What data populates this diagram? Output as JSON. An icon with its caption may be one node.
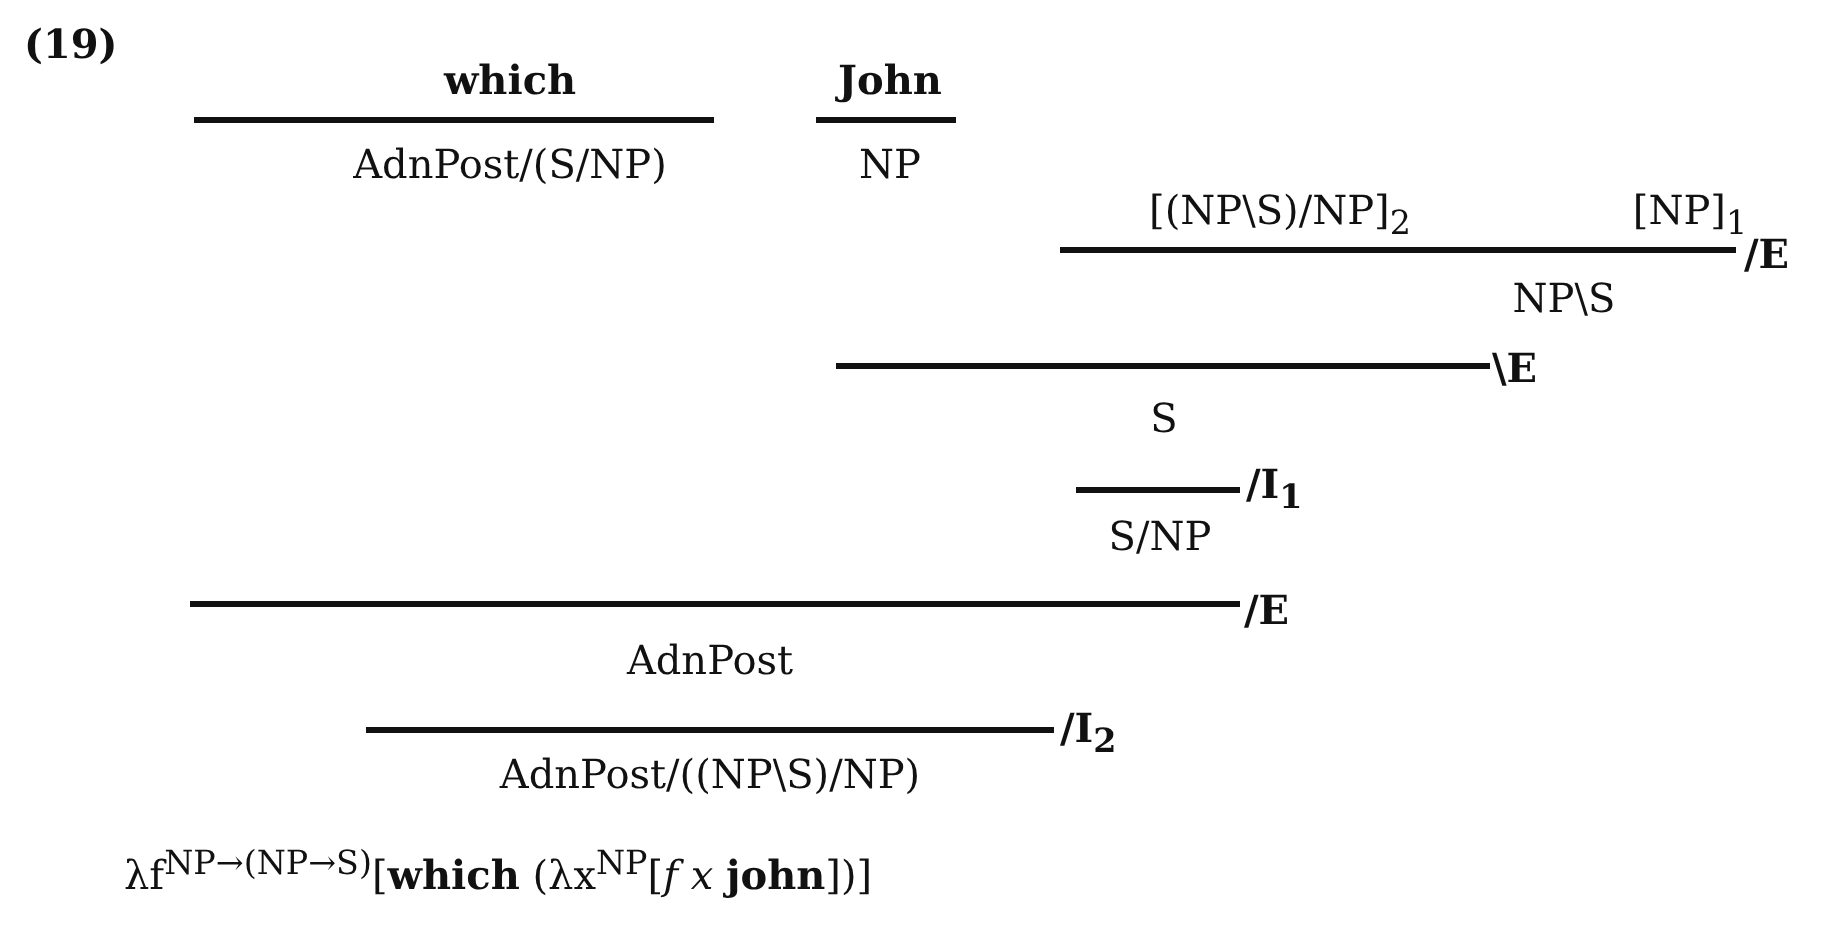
{
  "diagram": {
    "labels": [
      "(19)",
      "which",
      "John",
      "AdnPost/(S/NP)",
      "NP",
      "[(NP\\S)/NP]$_{2}$",
      "[NP]$_{1}$",
      "/E",
      "NP\\S",
      "\\E",
      "S",
      "/I$_{1}$",
      "S/NP",
      "/E",
      "AdnPost",
      "/I$_{2}$",
      "AdnPost/((NP\\S)/NP)",
      "λf$^{NP→(NP→S)}$[**which** (λx$^{NP}$[*f* *x* **john**])]"
    ]
  }
}
